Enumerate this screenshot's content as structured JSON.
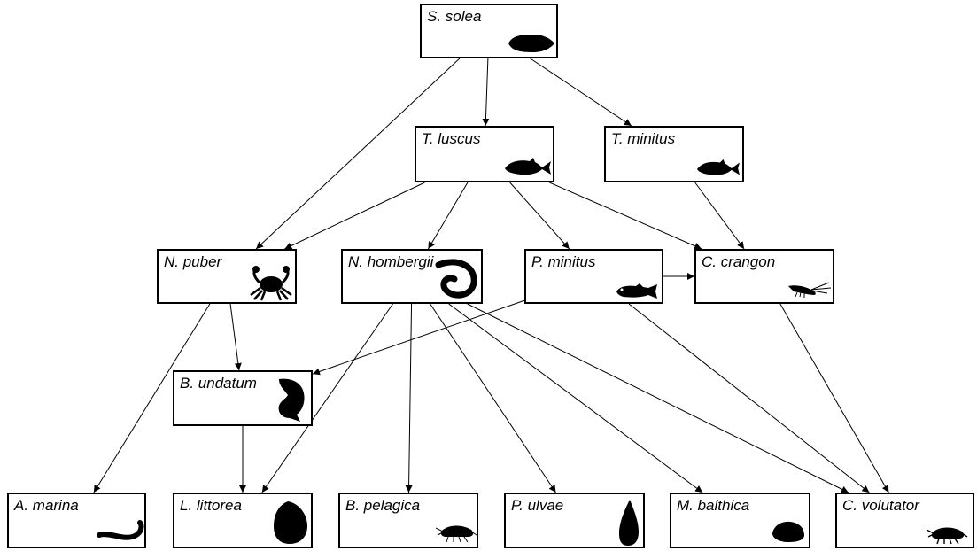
{
  "diagram": {
    "nodes": [
      {
        "id": "s_solea",
        "label": "S. solea",
        "icon": "flatfish-icon"
      },
      {
        "id": "t_luscus",
        "label": "T. luscus",
        "icon": "fish-icon"
      },
      {
        "id": "t_minitus",
        "label": "T. minitus",
        "icon": "fish-icon"
      },
      {
        "id": "n_puber",
        "label": "N. puber",
        "icon": "crab-icon"
      },
      {
        "id": "n_hombergii",
        "label": "N. hombergii",
        "icon": "worm-icon"
      },
      {
        "id": "p_minitus",
        "label": "P. minitus",
        "icon": "goby-icon"
      },
      {
        "id": "c_crangon",
        "label": "C. crangon",
        "icon": "shrimp-icon"
      },
      {
        "id": "b_undatum",
        "label": "B. undatum",
        "icon": "whelk-icon"
      },
      {
        "id": "a_marina",
        "label": "A. marina",
        "icon": "lugworm-icon"
      },
      {
        "id": "l_littorea",
        "label": "L. littorea",
        "icon": "periwinkle-icon"
      },
      {
        "id": "b_pelagica",
        "label": "B. pelagica",
        "icon": "amphipod-icon"
      },
      {
        "id": "p_ulvae",
        "label": "P. ulvae",
        "icon": "mudsnail-icon"
      },
      {
        "id": "m_balthica",
        "label": "M. balthica",
        "icon": "clam-icon"
      },
      {
        "id": "c_volutator",
        "label": "C. volutator",
        "icon": "amphipod-icon"
      }
    ],
    "edges": [
      {
        "from": "s_solea",
        "to": "n_puber"
      },
      {
        "from": "s_solea",
        "to": "t_luscus"
      },
      {
        "from": "s_solea",
        "to": "t_minitus"
      },
      {
        "from": "t_luscus",
        "to": "n_puber"
      },
      {
        "from": "t_luscus",
        "to": "n_hombergii"
      },
      {
        "from": "t_luscus",
        "to": "p_minitus"
      },
      {
        "from": "t_luscus",
        "to": "c_crangon"
      },
      {
        "from": "t_minitus",
        "to": "c_crangon"
      },
      {
        "from": "p_minitus",
        "to": "c_crangon"
      },
      {
        "from": "p_minitus",
        "to": "b_undatum"
      },
      {
        "from": "p_minitus",
        "to": "c_volutator"
      },
      {
        "from": "n_puber",
        "to": "b_undatum"
      },
      {
        "from": "n_puber",
        "to": "a_marina"
      },
      {
        "from": "b_undatum",
        "to": "l_littorea"
      },
      {
        "from": "n_hombergii",
        "to": "l_littorea"
      },
      {
        "from": "n_hombergii",
        "to": "b_pelagica"
      },
      {
        "from": "n_hombergii",
        "to": "p_ulvae"
      },
      {
        "from": "n_hombergii",
        "to": "m_balthica"
      },
      {
        "from": "n_hombergii",
        "to": "c_volutator"
      },
      {
        "from": "c_crangon",
        "to": "c_volutator"
      }
    ]
  }
}
